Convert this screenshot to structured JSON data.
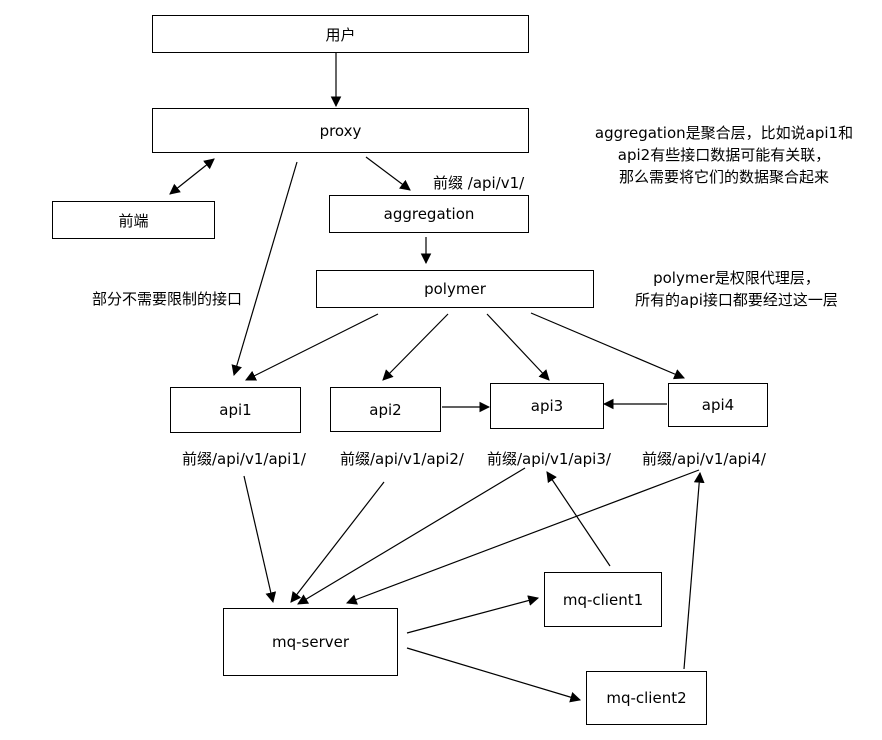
{
  "nodes": {
    "user": "用户",
    "proxy": "proxy",
    "frontend": "前端",
    "aggregation": "aggregation",
    "polymer": "polymer",
    "api1": "api1",
    "api2": "api2",
    "api3": "api3",
    "api4": "api4",
    "mq_server": "mq-server",
    "mq_client1": "mq-client1",
    "mq_client2": "mq-client2"
  },
  "labels": {
    "aggregation_prefix": "前缀 /api/v1/",
    "unrestricted": "部分不需要限制的接口",
    "api1_prefix": "前缀/api/v1/api1/",
    "api2_prefix": "前缀/api/v1/api2/",
    "api3_prefix": "前缀/api/v1/api3/",
    "api4_prefix": "前缀/api/v1/api4/"
  },
  "notes": {
    "aggregation": [
      "aggregation是聚合层，比如说api1和",
      "api2有些接口数据可能有关联，",
      "那么需要将它们的数据聚合起来"
    ],
    "polymer": [
      "polymer是权限代理层，",
      "所有的api接口都要经过这一层"
    ]
  },
  "edges": [
    {
      "from": "用户",
      "to": "proxy"
    },
    {
      "from": "proxy",
      "to": "前端",
      "bidirectional": true
    },
    {
      "from": "proxy",
      "to": "aggregation"
    },
    {
      "from": "proxy",
      "to": "api1"
    },
    {
      "from": "aggregation",
      "to": "polymer"
    },
    {
      "from": "polymer",
      "to": "api1"
    },
    {
      "from": "polymer",
      "to": "api2"
    },
    {
      "from": "polymer",
      "to": "api3"
    },
    {
      "from": "polymer",
      "to": "api4"
    },
    {
      "from": "api2",
      "to": "api3"
    },
    {
      "from": "api4",
      "to": "api3"
    },
    {
      "from": "api1",
      "to": "mq-server"
    },
    {
      "from": "api2",
      "to": "mq-server"
    },
    {
      "from": "api3",
      "to": "mq-server"
    },
    {
      "from": "api4",
      "to": "mq-server"
    },
    {
      "from": "mq-server",
      "to": "mq-client1"
    },
    {
      "from": "mq-server",
      "to": "mq-client2"
    },
    {
      "from": "mq-client1",
      "to": "api3"
    },
    {
      "from": "mq-client2",
      "to": "api4"
    }
  ]
}
